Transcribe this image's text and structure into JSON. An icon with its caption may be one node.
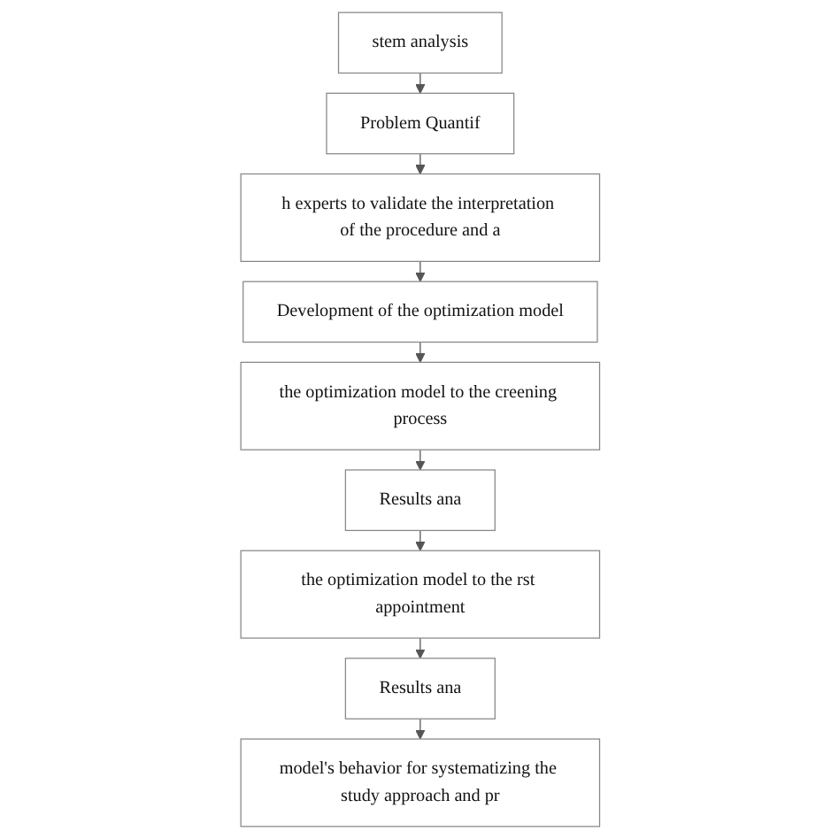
{
  "diagram": {
    "nodes": [
      {
        "text": [
          "stem analysis"
        ]
      },
      {
        "text": [
          "Problem Quantif"
        ]
      },
      {
        "text": [
          "h experts to validate the interpretation of the procedure and a"
        ]
      },
      {
        "text": [
          "Development of the optimization model"
        ]
      },
      {
        "text": [
          "the optimization model to the creening process"
        ]
      },
      {
        "text": [
          "Results ana"
        ]
      },
      {
        "text": [
          "the optimization model to the rst appointment"
        ]
      },
      {
        "text": [
          "Results ana"
        ]
      },
      {
        "text": [
          "model's behavior for systematizing the study approach and pr"
        ]
      }
    ],
    "edges": [
      {
        "from": 0,
        "to": 1,
        "arrow": "to"
      },
      {
        "from": 1,
        "to": 2,
        "arrow": "to"
      },
      {
        "from": 2,
        "to": 3,
        "arrow": "to"
      },
      {
        "from": 3,
        "to": 4,
        "arrow": "to"
      },
      {
        "from": 4,
        "to": 5,
        "arrow": "to"
      },
      {
        "from": 5,
        "to": 6,
        "arrow": "to"
      },
      {
        "from": 6,
        "to": 7,
        "arrow": "to"
      },
      {
        "from": 7,
        "to": 8,
        "arrow": "to"
      }
    ]
  }
}
